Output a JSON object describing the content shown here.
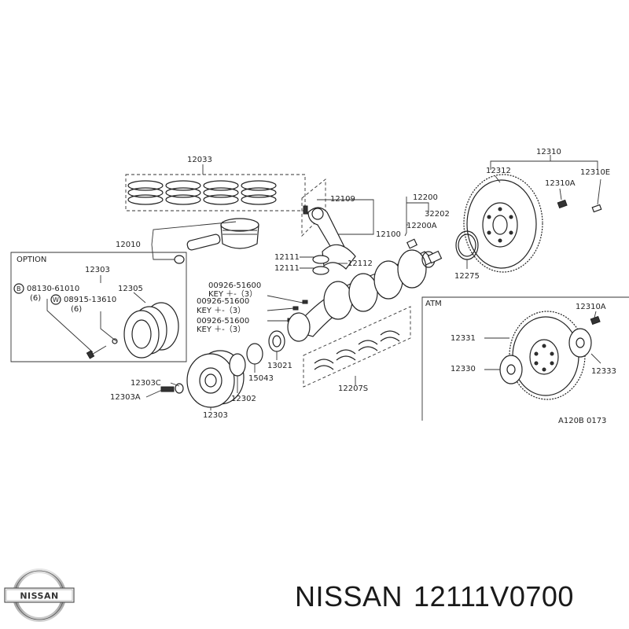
{
  "labels": {
    "piston_ring_set": "12033",
    "piston": "12010",
    "option": "OPTION",
    "option_pulley": "12303",
    "option_bolt_a": "08130-61010",
    "option_bolt_a_qty": "(6)",
    "option_washer": "08915-13610",
    "option_washer_qty": "(6)",
    "option_damper": "12305",
    "key_1_part": "00926-51600",
    "key_1_desc": "KEY ＋-（3）",
    "key_2_part": "00926-51600",
    "key_2_desc": "KEY ＋-（3）",
    "key_3_part": "00926-51600",
    "key_3_desc": "KEY ＋-（3）",
    "conrod_top": "12109",
    "conrod": "12100",
    "conrod_bearing_upper": "12111",
    "conrod_bearing_lower": "12111",
    "conrod_nut": "12112",
    "crankshaft": "12200",
    "crank_pilot": "12200A",
    "crank_plug": "32202",
    "rear_seal": "12275",
    "main_bearing_set": "12207S",
    "sprocket": "13021",
    "front_seal": "15043",
    "pulley_assy": "12303",
    "pulley_washer": "12303C",
    "pulley_bolt": "12303A",
    "pulley_hub": "12302",
    "flywheel_assy": "12310",
    "flywheel": "12312",
    "flywheel_bolt": "12310A",
    "flywheel_dowel": "12310E",
    "atm": "ATM",
    "atm_bolt": "12310A",
    "drive_plate": "12331",
    "drive_plate_reinf": "12330",
    "drive_plate_spacer": "12333",
    "figure_code": "A120B 0173"
  },
  "brand": {
    "logo_text": "NISSAN",
    "make": "NISSAN",
    "part_number": "12111V0700"
  }
}
